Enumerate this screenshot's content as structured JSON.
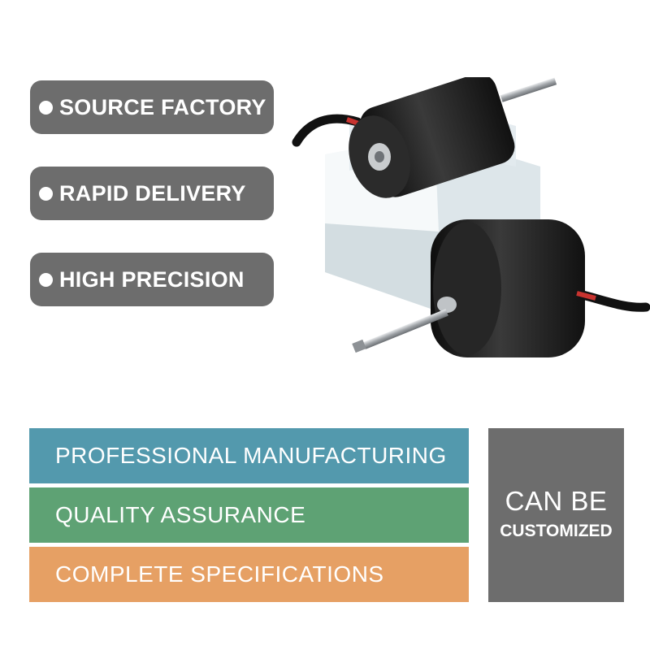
{
  "features": [
    {
      "label": "SOURCE FACTORY"
    },
    {
      "label": "RAPID DELIVERY"
    },
    {
      "label": "HIGH PRECISION"
    }
  ],
  "bars": [
    {
      "label": "PROFESSIONAL MANUFACTURING",
      "color": "#5399ad"
    },
    {
      "label": "QUALITY ASSURANCE",
      "color": "#5ea274"
    },
    {
      "label": "COMPLETE SPECIFICATIONS",
      "color": "#e6a064"
    }
  ],
  "custom": {
    "line1": "CAN BE",
    "line2": "CUSTOMIZED",
    "color": "#6d6d6d"
  },
  "photo": {
    "motor_color": "#1c1c1c",
    "shaft_color": "#b9bcbf",
    "stand_color": "#e4ecef"
  }
}
